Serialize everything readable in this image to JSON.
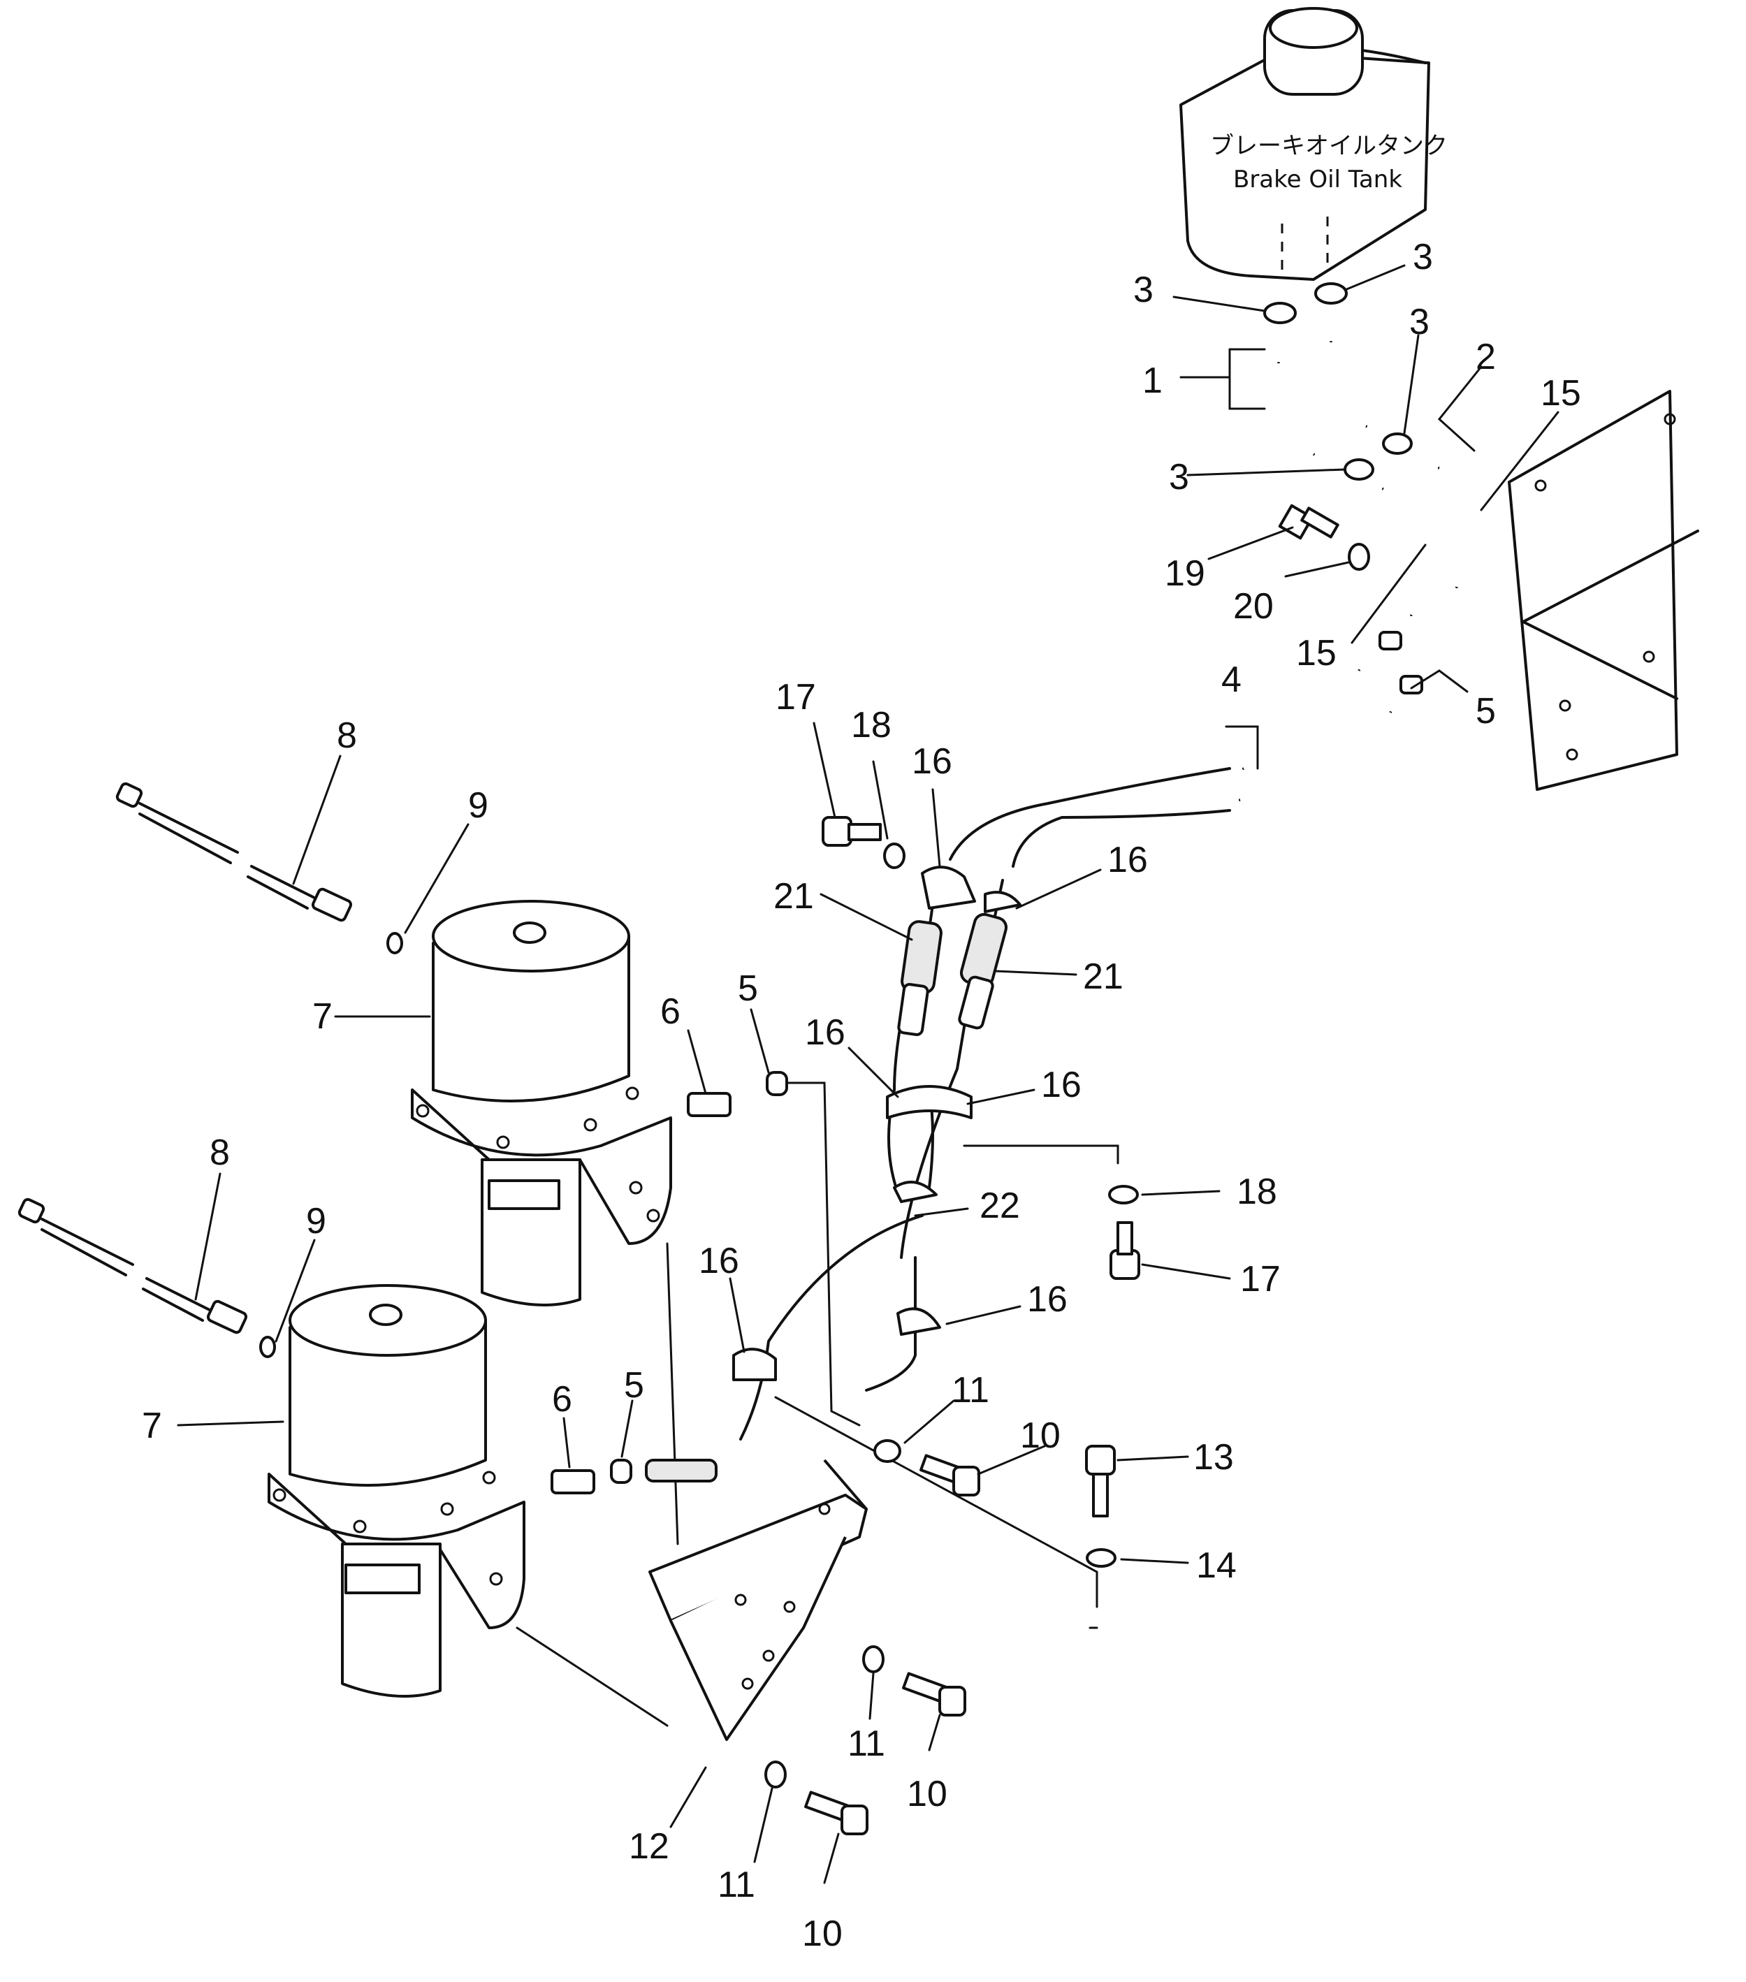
{
  "tank": {
    "label_jp": "ブレーキオイルタンク",
    "label_en": "Brake Oil Tank"
  },
  "callouts": [
    {
      "id": "c3a",
      "text": "3"
    },
    {
      "id": "c3b",
      "text": "3"
    },
    {
      "id": "c3c",
      "text": "3"
    },
    {
      "id": "c3d",
      "text": "3"
    },
    {
      "id": "c1",
      "text": "1"
    },
    {
      "id": "c2",
      "text": "2"
    },
    {
      "id": "c15a",
      "text": "15"
    },
    {
      "id": "c15b",
      "text": "15"
    },
    {
      "id": "c19",
      "text": "19"
    },
    {
      "id": "c20",
      "text": "20"
    },
    {
      "id": "c4",
      "text": "4"
    },
    {
      "id": "c5a",
      "text": "5"
    },
    {
      "id": "c17a",
      "text": "17"
    },
    {
      "id": "c18a",
      "text": "18"
    },
    {
      "id": "c16a",
      "text": "16"
    },
    {
      "id": "c16b",
      "text": "16"
    },
    {
      "id": "c21a",
      "text": "21"
    },
    {
      "id": "c21b",
      "text": "21"
    },
    {
      "id": "c8a",
      "text": "8"
    },
    {
      "id": "c9a",
      "text": "9"
    },
    {
      "id": "c7a",
      "text": "7"
    },
    {
      "id": "c6a",
      "text": "6"
    },
    {
      "id": "c5b",
      "text": "5"
    },
    {
      "id": "c16c",
      "text": "16"
    },
    {
      "id": "c16d",
      "text": "16"
    },
    {
      "id": "c18b",
      "text": "18"
    },
    {
      "id": "c22",
      "text": "22"
    },
    {
      "id": "c17b",
      "text": "17"
    },
    {
      "id": "c8b",
      "text": "8"
    },
    {
      "id": "c9b",
      "text": "9"
    },
    {
      "id": "c16e",
      "text": "16"
    },
    {
      "id": "c16f",
      "text": "16"
    },
    {
      "id": "c7b",
      "text": "7"
    },
    {
      "id": "c6b",
      "text": "6"
    },
    {
      "id": "c5c",
      "text": "5"
    },
    {
      "id": "c11a",
      "text": "11"
    },
    {
      "id": "c10a",
      "text": "10"
    },
    {
      "id": "c13",
      "text": "13"
    },
    {
      "id": "c14",
      "text": "14"
    },
    {
      "id": "c11b",
      "text": "11"
    },
    {
      "id": "c10b",
      "text": "10"
    },
    {
      "id": "c12",
      "text": "12"
    },
    {
      "id": "c11c",
      "text": "11"
    },
    {
      "id": "c10c",
      "text": "10"
    }
  ]
}
